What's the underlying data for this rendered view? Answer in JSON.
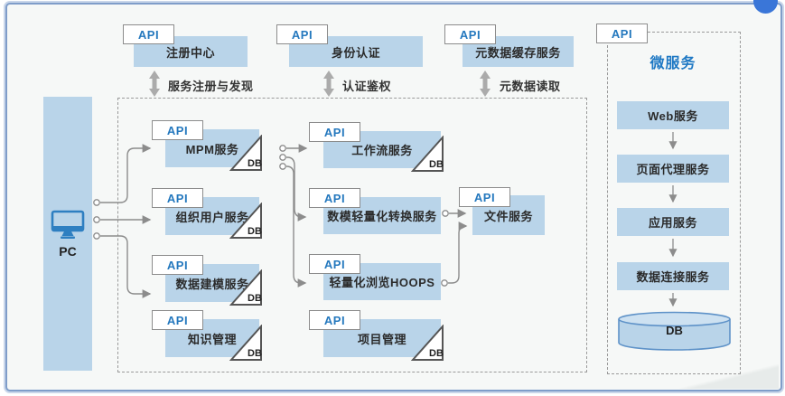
{
  "palette": {
    "box_fill": "#b9d4e9",
    "accent_blue": "#2478be",
    "title_blue": "#1e78c4",
    "line_gray": "#8c8c8c",
    "arrow_gray": "#ababab",
    "frame_blue": "#7f9dc9"
  },
  "api_label": "API",
  "db_label": "DB",
  "icons": {
    "client": "monitor-icon"
  },
  "client": {
    "label": "PC"
  },
  "top_row": [
    {
      "label": "注册中心",
      "flow_label": "服务注册与发现"
    },
    {
      "label": "身份认证",
      "flow_label": "认证鉴权"
    },
    {
      "label": "元数据缓存服务",
      "flow_label": "元数据读取"
    }
  ],
  "platform": {
    "left_column": [
      {
        "label": "MPM服务",
        "has_db": true
      },
      {
        "label": "组织用户服务",
        "has_db": true
      },
      {
        "label": "数据建模服务",
        "has_db": true
      },
      {
        "label": "知识管理",
        "has_db": true
      }
    ],
    "middle_column": [
      {
        "label": "工作流服务",
        "has_db": true
      },
      {
        "label": "数模轻量化转换服务",
        "has_db": false
      },
      {
        "label": "轻量化浏览HOOPS",
        "has_db": false
      },
      {
        "label": "项目管理",
        "has_db": true
      }
    ],
    "file_service": {
      "label": "文件服务"
    }
  },
  "microservices_panel": {
    "title": "微服务",
    "chain": [
      {
        "label": "Web服务"
      },
      {
        "label": "页面代理服务"
      },
      {
        "label": "应用服务"
      },
      {
        "label": "数据连接服务"
      }
    ],
    "db": {
      "label": "DB"
    }
  }
}
